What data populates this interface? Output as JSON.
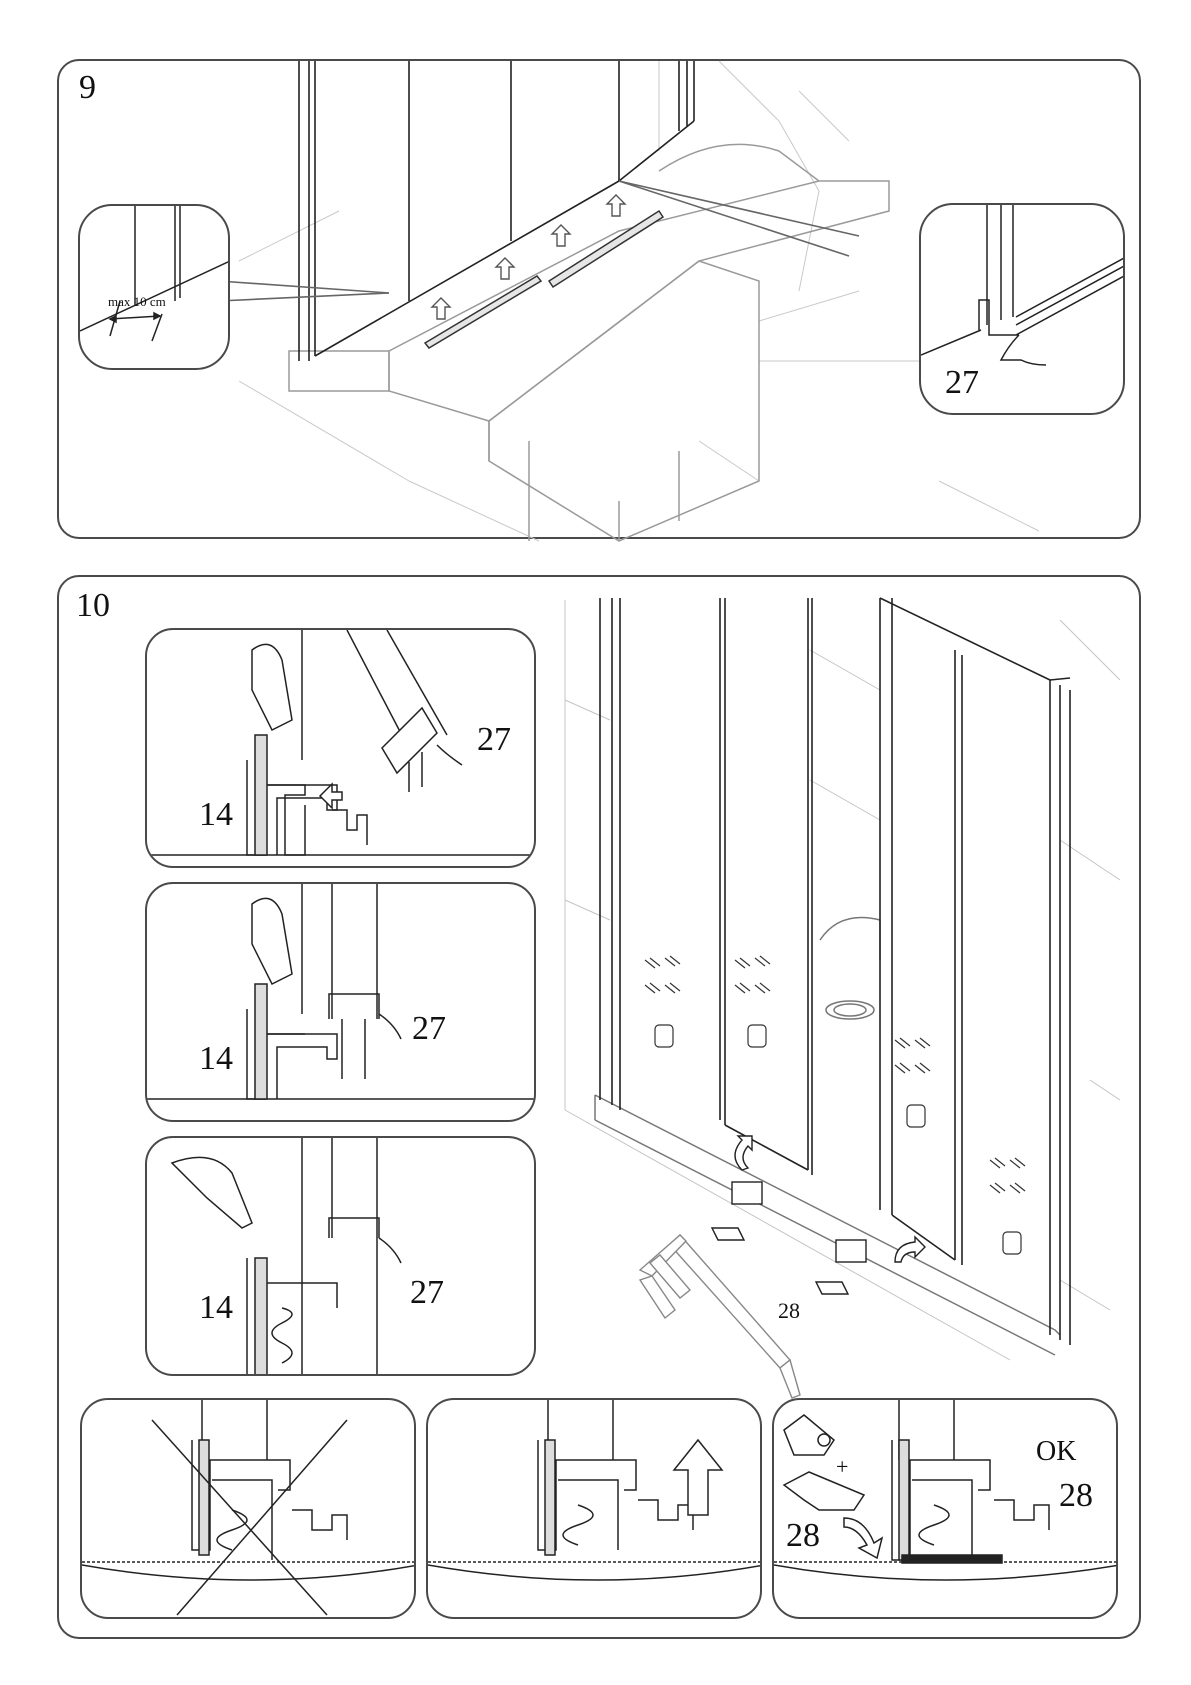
{
  "step9": {
    "number": "9",
    "measure_label": "max 10 cm",
    "part_label": "27"
  },
  "step10": {
    "number": "10",
    "detail1": {
      "profile_label": "14",
      "seal_label": "27"
    },
    "detail2": {
      "profile_label": "14",
      "seal_label": "27"
    },
    "detail3": {
      "profile_label": "14",
      "seal_label": "27"
    },
    "main_part_label": "28",
    "result_ok_label": "OK",
    "shim_label_left": "28",
    "shim_label_right": "28",
    "plus_sign": "+"
  }
}
